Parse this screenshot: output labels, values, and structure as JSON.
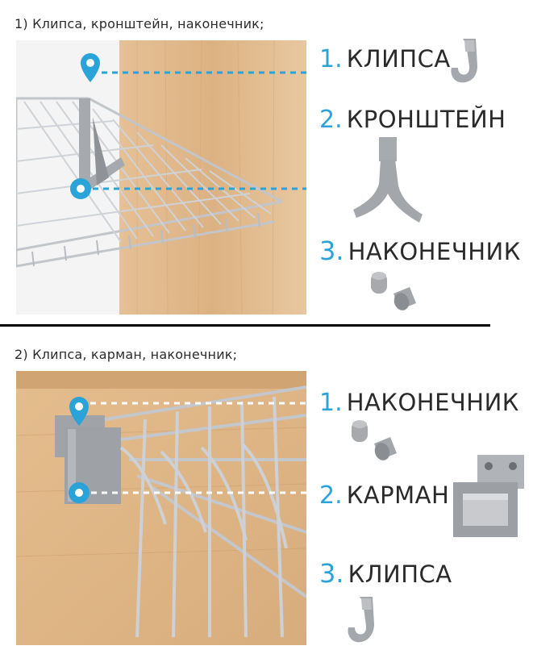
{
  "section1": {
    "heading": "1) Клипса, кронштейн, наконечник;",
    "items": [
      {
        "num": "1.",
        "label": "КЛИПСА",
        "icon": "clip-icon"
      },
      {
        "num": "2.",
        "label": "КРОНШТЕЙН",
        "icon": "bracket-icon"
      },
      {
        "num": "3.",
        "label": "НАКОНЕЧНИК",
        "icon": "end-cap-icon"
      }
    ]
  },
  "section2": {
    "heading": "2) Клипса, карман, наконечник;",
    "items": [
      {
        "num": "1.",
        "label": "НАКОНЕЧНИК",
        "icon": "end-cap-icon"
      },
      {
        "num": "2.",
        "label": "КАРМАН",
        "icon": "pocket-icon"
      },
      {
        "num": "3.",
        "label": "КЛИПСА",
        "icon": "clip-icon"
      }
    ]
  },
  "colors": {
    "accent": "#2aa3d8",
    "text": "#2a2a2a",
    "wood": "#e2b98a",
    "wire": "#c4c7cc",
    "part": "#a9abae"
  }
}
